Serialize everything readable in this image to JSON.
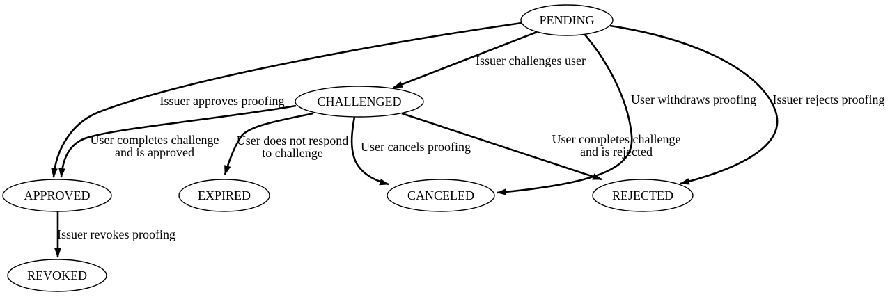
{
  "diagram": {
    "type": "state-machine",
    "background_color": "#ffffff",
    "node_fill_color": "#ffffff",
    "node_stroke_color": "#000000",
    "edge_color": "#000000",
    "text_color": "#000000",
    "nodes": [
      {
        "id": "pending",
        "label": "PENDING"
      },
      {
        "id": "challenged",
        "label": "CHALLENGED"
      },
      {
        "id": "approved",
        "label": "APPROVED"
      },
      {
        "id": "expired",
        "label": "EXPIRED"
      },
      {
        "id": "canceled",
        "label": "CANCELED"
      },
      {
        "id": "rejected",
        "label": "REJECTED"
      },
      {
        "id": "revoked",
        "label": "REVOKED"
      }
    ],
    "edges": [
      {
        "from": "PENDING",
        "to": "CHALLENGED",
        "lines": [
          "Issuer challenges user"
        ]
      },
      {
        "from": "PENDING",
        "to": "APPROVED",
        "lines": [
          "Issuer approves proofing"
        ]
      },
      {
        "from": "PENDING",
        "to": "CANCELED",
        "lines": [
          "User withdraws proofing"
        ]
      },
      {
        "from": "PENDING",
        "to": "REJECTED",
        "lines": [
          "Issuer rejects proofing"
        ]
      },
      {
        "from": "CHALLENGED",
        "to": "APPROVED",
        "lines": [
          "User completes challenge",
          "and is approved"
        ]
      },
      {
        "from": "CHALLENGED",
        "to": "EXPIRED",
        "lines": [
          "User does not respond",
          "to challenge"
        ]
      },
      {
        "from": "CHALLENGED",
        "to": "CANCELED",
        "lines": [
          "User cancels proofing"
        ]
      },
      {
        "from": "CHALLENGED",
        "to": "REJECTED",
        "lines": [
          "User completes challenge",
          "and is rejected"
        ]
      },
      {
        "from": "APPROVED",
        "to": "REVOKED",
        "lines": [
          "Issuer revokes proofing"
        ]
      }
    ]
  }
}
